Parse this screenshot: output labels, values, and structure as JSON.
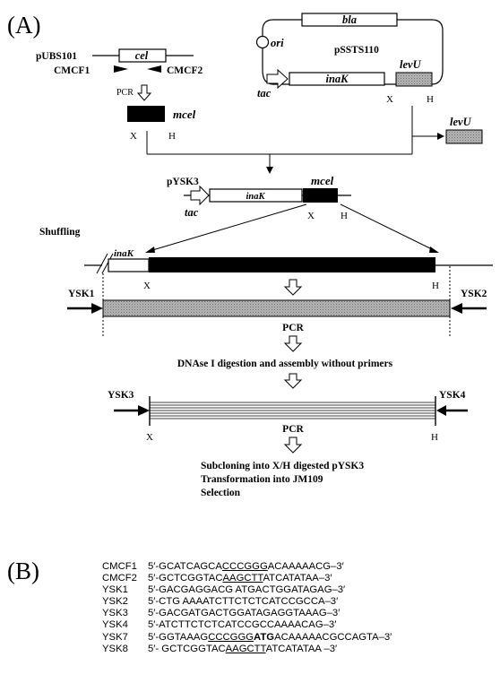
{
  "panel_a": {
    "label": "(A)",
    "plasmid_source": "pUBS101",
    "gene_cel": "cel",
    "primer_f": "CMCF1",
    "primer_r": "CMCF2",
    "pcr_small": "PCR",
    "mcel": "mcel",
    "x": "X",
    "h": "H",
    "pssts110": {
      "name": "pSSTS110",
      "bla": "bla",
      "ori": "ori",
      "tac": "tac",
      "inak": "inaK",
      "levu": "levU",
      "x": "X",
      "h": "H"
    },
    "levu_out": "levU",
    "pysk3": {
      "name": "pYSK3",
      "tac": "tac",
      "inak": "inaK",
      "mcel": "mcel",
      "x": "X",
      "h": "H"
    },
    "shuffling": "Shuffling",
    "inak_small": "inaK",
    "ysk1": "YSK1",
    "ysk2": "YSK2",
    "pcr1": "PCR",
    "dnase_step": "DNAse I digestion and assembly without primers",
    "ysk3": "YSK3",
    "ysk4": "YSK4",
    "pcr2": "PCR",
    "final_steps": [
      "Subcloning into X/H digested pYSK3",
      "Transformation into JM109",
      "Selection"
    ]
  },
  "panel_b": {
    "label": "(B)",
    "primers": [
      {
        "name": "CMCF1",
        "pre": "5′-GCATCAGCA",
        "u": "CCCGGG",
        "b": "",
        "post": "ACAAAAACG–3′"
      },
      {
        "name": "CMCF2",
        "pre": "5′-GCTCGGTAC",
        "u": "AAGCTT",
        "b": "",
        "post": "ATCATATAA–3′"
      },
      {
        "name": "YSK1",
        "pre": "5′-GACGAGGACG ATGACTGGATAGAG–3′",
        "u": "",
        "b": "",
        "post": ""
      },
      {
        "name": "YSK2",
        "pre": "5′-CTG AAAATCTTCTCTCATCCGCCA–3′",
        "u": "",
        "b": "",
        "post": ""
      },
      {
        "name": "YSK3",
        "pre": "5′-GACGATGACTGGATAGAGGTAAAG–3′",
        "u": "",
        "b": "",
        "post": ""
      },
      {
        "name": "YSK4",
        "pre": "5′-ATCTTCTCTCATCCGCCAAAACAG–3′",
        "u": "",
        "b": "",
        "post": ""
      },
      {
        "name": "YSK7",
        "pre": "5′-GGTAAAG",
        "u": "CCCGGG",
        "b": "ATG",
        "post": "ACAAAAACGCCAGTA–3′"
      },
      {
        "name": "YSK8",
        "pre": "5′- GCTCGGTAC",
        "u": "AAGCTT",
        "b": "",
        "post": "ATCATATAA –3′"
      }
    ]
  }
}
